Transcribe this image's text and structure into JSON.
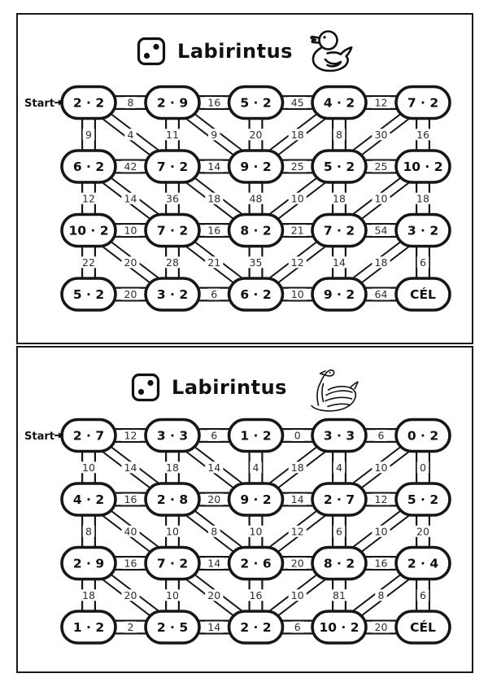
{
  "page": {
    "background": "#ffffff",
    "panel_border_color": "#1a1a1a",
    "ink_color": "#161616",
    "edge_label_color": "#2e2e2e"
  },
  "panels": [
    {
      "title": "Labirintus",
      "start_label": "Start",
      "icons": {
        "left": "dice-icon",
        "right": "duck-icon"
      },
      "maze": {
        "goal_label": "CÉL",
        "node_rows": [
          [
            "2 · 2",
            "2 · 9",
            "5 · 2",
            "4 · 2",
            "7 · 2"
          ],
          [
            "6 · 2",
            "7 · 2",
            "9 · 2",
            "5 · 2",
            "10 · 2"
          ],
          [
            "10 · 2",
            "7 · 2",
            "8 · 2",
            "7 · 2",
            "3 · 2"
          ],
          [
            "5 · 2",
            "3 · 2",
            "6 · 2",
            "9 · 2",
            "CÉL"
          ]
        ],
        "h_edges": [
          [
            "8",
            "16",
            "45",
            "12"
          ],
          [
            "42",
            "14",
            "25",
            "25"
          ],
          [
            "10",
            "16",
            "21",
            "54"
          ],
          [
            "20",
            "6",
            "10",
            "64"
          ]
        ],
        "v_edges": [
          [
            "9",
            "11",
            "20",
            "8",
            "16"
          ],
          [
            "12",
            "36",
            "48",
            "18",
            "18"
          ],
          [
            "22",
            "28",
            "35",
            "14",
            "6"
          ]
        ],
        "diagonal_edges": [
          [
            {
              "dir": "down-right",
              "from_col": 0,
              "label": "4"
            },
            {
              "dir": "down-right",
              "from_col": 1,
              "label": "9"
            },
            {
              "dir": "down-left",
              "from_col": 3,
              "label": "18"
            },
            {
              "dir": "down-left",
              "from_col": 4,
              "label": "30"
            }
          ],
          [
            {
              "dir": "down-right",
              "from_col": 0,
              "label": "14"
            },
            {
              "dir": "down-right",
              "from_col": 1,
              "label": "18"
            },
            {
              "dir": "down-left",
              "from_col": 3,
              "label": "10"
            },
            {
              "dir": "down-left",
              "from_col": 4,
              "label": "10"
            }
          ],
          [
            {
              "dir": "down-right",
              "from_col": 0,
              "label": "20"
            },
            {
              "dir": "down-right",
              "from_col": 1,
              "label": "21"
            },
            {
              "dir": "down-left",
              "from_col": 3,
              "label": "12"
            },
            {
              "dir": "down-left",
              "from_col": 4,
              "label": "18"
            }
          ]
        ]
      }
    },
    {
      "title": "Labirintus",
      "start_label": "Start",
      "icons": {
        "left": "dice-icon",
        "right": "swan-icon"
      },
      "maze": {
        "goal_label": "CÉL",
        "node_rows": [
          [
            "2 · 7",
            "3 · 3",
            "1 · 2",
            "3 · 3",
            "0 · 2"
          ],
          [
            "4 · 2",
            "2 · 8",
            "9 · 2",
            "2 · 7",
            "5 · 2"
          ],
          [
            "2 · 9",
            "7 · 2",
            "2 · 6",
            "8 · 2",
            "2 · 4"
          ],
          [
            "1 · 2",
            "2 · 5",
            "2 · 2",
            "10 · 2",
            "CÉL"
          ]
        ],
        "h_edges": [
          [
            "12",
            "6",
            "0",
            "6"
          ],
          [
            "16",
            "20",
            "14",
            "12"
          ],
          [
            "16",
            "14",
            "20",
            "16"
          ],
          [
            "2",
            "14",
            "6",
            "20"
          ]
        ],
        "v_edges": [
          [
            "10",
            "18",
            "4",
            "4",
            "0"
          ],
          [
            "8",
            "10",
            "10",
            "6",
            "20"
          ],
          [
            "18",
            "10",
            "16",
            "81",
            "6"
          ]
        ],
        "diagonal_edges": [
          [
            {
              "dir": "down-right",
              "from_col": 0,
              "label": "14"
            },
            {
              "dir": "down-right",
              "from_col": 1,
              "label": "14"
            },
            {
              "dir": "down-left",
              "from_col": 3,
              "label": "18"
            },
            {
              "dir": "down-left",
              "from_col": 4,
              "label": "10"
            }
          ],
          [
            {
              "dir": "down-right",
              "from_col": 0,
              "label": "40"
            },
            {
              "dir": "down-right",
              "from_col": 1,
              "label": "8"
            },
            {
              "dir": "down-left",
              "from_col": 3,
              "label": "12"
            },
            {
              "dir": "down-left",
              "from_col": 4,
              "label": "10"
            }
          ],
          [
            {
              "dir": "down-right",
              "from_col": 0,
              "label": "20"
            },
            {
              "dir": "down-right",
              "from_col": 1,
              "label": "20"
            },
            {
              "dir": "down-left",
              "from_col": 3,
              "label": "10"
            },
            {
              "dir": "down-left",
              "from_col": 4,
              "label": "8"
            }
          ]
        ]
      }
    }
  ]
}
